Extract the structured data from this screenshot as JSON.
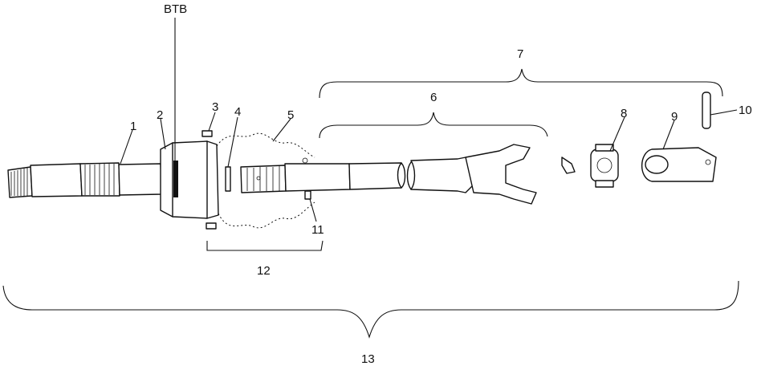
{
  "diagram": {
    "labels": {
      "btb": "BTB",
      "p1": "1",
      "p2": "2",
      "p3": "3",
      "p4": "4",
      "p5": "5",
      "p6": "6",
      "p7": "7",
      "p8": "8",
      "p9": "9",
      "p10": "10",
      "p11": "11",
      "p12": "12",
      "p13": "13"
    }
  }
}
